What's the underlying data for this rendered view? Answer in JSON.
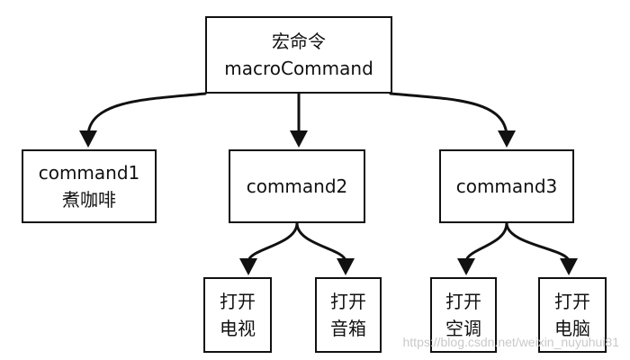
{
  "diagram": {
    "root": {
      "line1": "宏命令",
      "line2": "macroCommand"
    },
    "command1": {
      "line1": "command1",
      "line2": "煮咖啡"
    },
    "command2": {
      "label": "command2"
    },
    "command3": {
      "label": "command3"
    },
    "leaves": {
      "tv": {
        "line1": "打开",
        "line2": "电视"
      },
      "speaker": {
        "line1": "打开",
        "line2": "音箱"
      },
      "ac": {
        "line1": "打开",
        "line2": "空调"
      },
      "computer": {
        "line1": "打开",
        "line2": "电脑"
      }
    }
  },
  "watermark": "https://blog.csdn.net/weixin_nuyuhui81"
}
